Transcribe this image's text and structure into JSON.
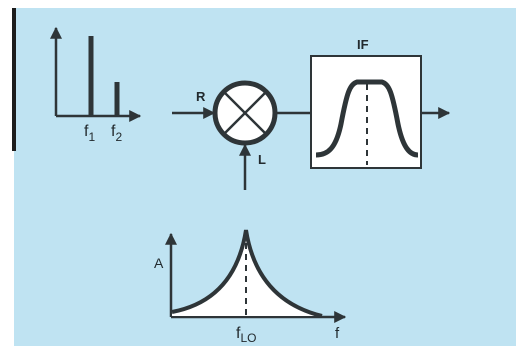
{
  "colors": {
    "panel": "#bfe3f2",
    "ink": "#2e3538",
    "white": "#ffffff",
    "edge": "#1c1c1c"
  },
  "labels": {
    "f1": "f",
    "f1_sub": "1",
    "f2": "f",
    "f2_sub": "2",
    "r_input": "R",
    "l_input": "L",
    "if_block": "IF",
    "amplitude_axis": "A",
    "f_lo": "f",
    "f_lo_sub": "LO",
    "freq_axis": "f"
  }
}
